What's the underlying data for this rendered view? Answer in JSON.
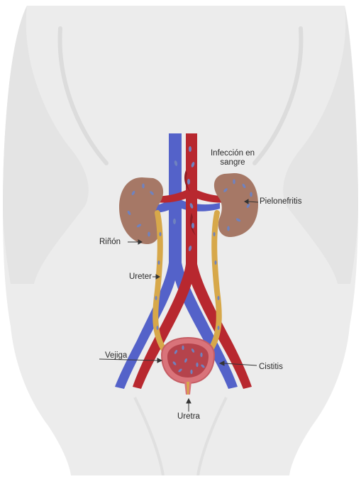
{
  "labels": {
    "infeccion": [
      "Infección en",
      "sangre"
    ],
    "pielonefritis": "Pielonefritis",
    "rinon": "Riñón",
    "ureter": "Ureter",
    "vejiga": "Vejiga",
    "cistitis": "Cistitis",
    "uretra": "Uretra"
  },
  "colors": {
    "body_fill": "#ececec",
    "body_shade": "#e2e2e2",
    "artery": "#b8282f",
    "artery_dark": "#8e1d24",
    "vein": "#5462c9",
    "vein_dark": "#3a46a3",
    "kidney": "#a67866",
    "ureter": "#d7a84a",
    "bladder": "#d9737a",
    "bladder_inner": "#b5434c",
    "bacteria": "#6f82bf"
  }
}
